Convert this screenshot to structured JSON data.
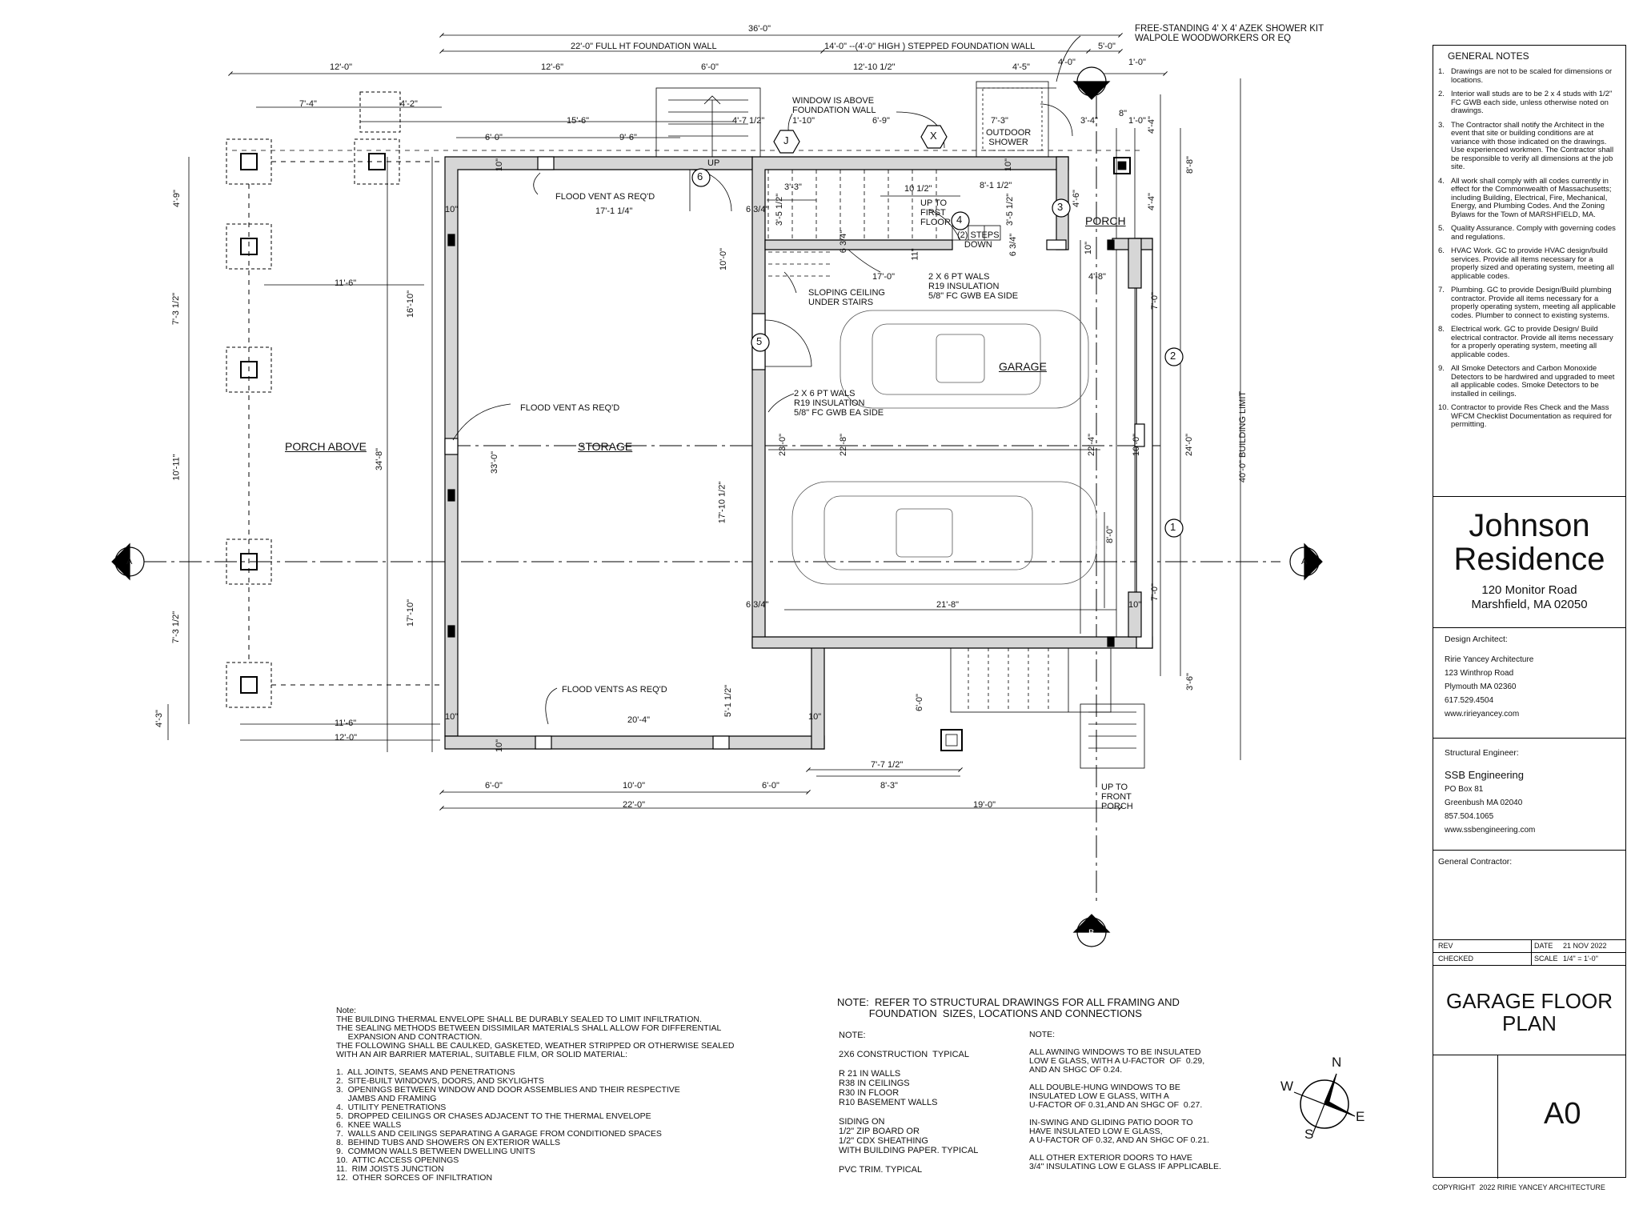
{
  "dimensions": {
    "top_overall": "36'-0\"",
    "top_full_ht_wall": "22'-0\" FULL HT FOUNDATION WALL",
    "top_stepped_wall": "14'-0\" --(4'-0\" HIGH ) STEPPED FOUNDATION WALL",
    "top_5_0": "5'-0\"",
    "top_12_0": "12'-0\"",
    "top_12_6": "12'-6\"",
    "top_6_0": "6'-0\"",
    "top_12_10": "12'-10 1/2\"",
    "top_4_5": "4'-5\"",
    "top_4_0": "4'-0\"",
    "top_1_0": "1'-0\"",
    "top_7_4": "7'-4\"",
    "top_4_2": "4'-2\"",
    "top_15_6": "15'-6\"",
    "top_6_0b": "6'-0\"",
    "top_9_6": "9'-6\"",
    "top_4_7": "4'-7 1/2\"",
    "top_1_10": "1'-10\"",
    "top_6_9": "6'-9\"",
    "top_7_3": "7'-3\"",
    "top_3_4": "3'-4\"",
    "top_8": "8\"",
    "top_1_0b": "1'-0\"",
    "left_4_9": "4'-9\"",
    "left_7_3a": "7'-3 1/2\"",
    "left_10_11": "10'-11\"",
    "left_7_3b": "7'-3 1/2\"",
    "left_4_3": "4'-3\"",
    "left_11_6a": "11'-6\"",
    "left_16_10": "16'-10\"",
    "left_34_8": "34'-8\"",
    "left_33_0": "33'-0\"",
    "left_17_10": "17'-10\"",
    "left_11_6b": "11'-6\"",
    "left_12_0": "12'-0\"",
    "storage_17_1": "17'-1 1/4\"",
    "storage_10_0": "10'-0\"",
    "storage_17_10": "17'-10 1/2\"",
    "storage_20_4": "20'-4\"",
    "storage_5_1": "5'-1 1/2\"",
    "garage_17_0": "17'-0\"",
    "garage_23_0": "23'-0\"",
    "garage_22_8": "22'-8\"",
    "garage_22_4": "22'-4\"",
    "garage_21_8": "21'-8\"",
    "garage_10_0": "10'-0\"",
    "garage_8_0": "8'-0\"",
    "garage_4_8": "4'-8\"",
    "right_8_8": "8'-8\"",
    "right_4_4a": "4'-4\"",
    "right_4_4b": "4'-4\"",
    "right_7_0a": "7'-0\"",
    "right_24_0": "24'-0\"",
    "right_7_0b": "7'-0\"",
    "right_3_6": "3'-6\"",
    "right_40_0": "40'-0\" BUILDING LIMIT",
    "stair_3_3": "3'-3\"",
    "stair_10_12": "10 1/2\"",
    "stair_8_1": "8'-1 1/2\"",
    "stair_3_5a": "3'-5 1/2\"",
    "stair_3_5b": "3'-5 1/2\"",
    "stair_4_6": "4'-6\"",
    "stair_6_34a": "6 3/4\"",
    "stair_6_34b": "6 3/4\"",
    "stair_6_34c": "6 3/4\"",
    "stair_6_34d": "6 3/4\"",
    "stair_11": "11\"",
    "ten_a": "10\"",
    "ten_b": "10\"",
    "ten_c": "10\"",
    "ten_d": "10\"",
    "ten_e": "10\"",
    "ten_f": "10\"",
    "ten_g": "10\"",
    "ten_h": "10\"",
    "bottom_6_0a": "6'-0\"",
    "bottom_10_0": "10'-0\"",
    "bottom_6_0b": "6'-0\"",
    "bottom_8_3": "8'-3\"",
    "bottom_7_7": "7'-7 1/2\"",
    "bottom_22_0": "22'-0\"",
    "bottom_19_0": "19'-0\"",
    "bottom_6_0c": "6'-0\""
  },
  "labels": {
    "porch_above": "PORCH ABOVE",
    "storage": "STORAGE",
    "garage": "GARAGE",
    "porch": "PORCH",
    "outdoor_shower": "OUTDOOR\nSHOWER",
    "shower_kit": "FREE-STANDING 4' X 4' AZEK SHOWER KIT\nWALPOLE WOODWORKERS OR EQ",
    "window_above": "WINDOW IS ABOVE\nFOUNDATION WALL",
    "flood_vent_1": "FLOOD VENT AS REQ'D",
    "flood_vent_2": "FLOOD VENT AS REQ'D",
    "flood_vents_3": "FLOOD VENTS AS REQ'D",
    "up": "UP",
    "up_first_floor": "UP TO\nFIRST\nFLOOR",
    "steps_down": "(2) STEPS\nDOWN",
    "wall_spec_1": "2 X 6 PT WALS\nR19 INSULATION\n5/8\" FC GWB EA SIDE",
    "wall_spec_2": "2 X 6 PT WALS\nR19 INSULATION\n5/8\" FC GWB EA SIDE",
    "sloping_ceiling": "SLOPING CEILING\nUNDER STAIRS",
    "up_front_porch": "UP TO\nFRONT\nPORCH",
    "tag_1": "1",
    "tag_2": "2",
    "tag_3": "3",
    "tag_4": "4",
    "tag_5": "5",
    "tag_6": "6",
    "tag_j": "J",
    "tag_x": "X",
    "section_a": "A",
    "section_b": "B"
  },
  "compass": {
    "n": "N",
    "s": "S",
    "e": "E",
    "w": "W"
  },
  "bottom_notes": {
    "envelope": "Note:\nTHE BUILDING THERMAL ENVELOPE SHALL BE DURABLY SEALED TO LIMIT INFILTRATION.\nTHE SEALING METHODS BETWEEN DISSIMILAR MATERIALS SHALL ALLOW FOR DIFFERENTIAL\n     EXPANSION AND CONTRACTION.\nTHE FOLLOWING SHALL BE CAULKED, GASKETED, WEATHER STRIPPED OR OTHERWISE SEALED\nWITH AN AIR BARRIER MATERIAL, SUITABLE FILM, OR SOLID MATERIAL:\n\n1.  ALL JOINTS, SEAMS AND PENETRATIONS\n2.  SITE-BUILT WINDOWS, DOORS, AND SKYLIGHTS\n3.  OPENINGS BETWEEN WINDOW AND DOOR ASSEMBLIES AND THEIR RESPECTIVE\n     JAMBS AND FRAMING\n4.  UTILITY PENETRATIONS\n5.  DROPPED CEILINGS OR CHASES ADJACENT TO THE THERMAL ENVELOPE\n6.  KNEE WALLS\n7.  WALLS AND CEILINGS SEPARATING A GARAGE FROM CONDITIONED SPACES\n8.  BEHIND TUBS AND SHOWERS ON EXTERIOR WALLS\n9.  COMMON WALLS BETWEEN DWELLING UNITS\n10.  ATTIC ACCESS OPENINGS\n11.  RIM JOISTS JUNCTION\n12.  OTHER SORCES OF INFILTRATION",
    "structural": "NOTE:  REFER TO STRUCTURAL DRAWINGS FOR ALL FRAMING AND\n           FOUNDATION  SIZES, LOCATIONS AND CONNECTIONS",
    "note_left": "NOTE:\n\n2X6 CONSTRUCTION  TYPICAL\n\nR 21 IN WALLS\nR38 IN CEILINGS\nR30 IN FLOOR\nR10 BASEMENT WALLS\n\nSIDING ON\n1/2\" ZIP BOARD OR\n1/2\" CDX SHEATHING\nWITH BUILDING PAPER. TYPICAL\n\nPVC TRIM. TYPICAL",
    "note_right": "NOTE:\n\nALL AWNING WINDOWS TO BE INSULATED\nLOW E GLASS, WITH A U-FACTOR  OF  0.29,\nAND AN SHGC OF 0.24.\n\nALL DOUBLE-HUNG WINDOWS TO BE\nINSULATED LOW E GLASS, WITH A\nU-FACTOR OF 0.31,AND AN SHGC OF  0.27.\n\nIN-SWING AND GLIDING PATIO DOOR TO\nHAVE INSULATED LOW E GLASS,\nA U-FACTOR OF 0.32, AND AN SHGC OF 0.21.\n\nALL OTHER EXTERIOR DOORS TO HAVE\n3/4\" INSULATING LOW E GLASS IF APPLICABLE."
  },
  "title_block": {
    "general_notes_title": "GENERAL NOTES",
    "general_notes": [
      {
        "num": "1.",
        "text": "Drawings are not to be scaled for dimensions or locations."
      },
      {
        "num": "2.",
        "text": "Interior wall studs are to be 2 x 4 studs with 1/2\" FC GWB each side, unless otherwise noted on drawings."
      },
      {
        "num": "3.",
        "text": "The Contractor shall notify the Architect in the event that site or building conditions are at variance with those indicated on the drawings. Use experienced workmen. The Contractor shall be responsible to verify all dimensions at the job site."
      },
      {
        "num": "4.",
        "text": "All work shall comply with all codes currently in effect for the Commonwealth of Massachusetts; including Building, Electrical, Fire, Mechanical, Energy, and Plumbing Codes.  And the Zoning Bylaws for the Town of MARSHFIELD, MA."
      },
      {
        "num": "5.",
        "text": "Quality Assurance.  Comply with governing codes and regulations."
      },
      {
        "num": "6.",
        "text": "HVAC Work.  GC to provide HVAC design/build services.  Provide all items necessary for a properly sized and operating system, meeting all applicable codes."
      },
      {
        "num": "7.",
        "text": "Plumbing.  GC to provide Design/Build plumbing contractor.  Provide all items necessary for a properly operating system, meeting all applicable codes. Plumber to connect to existing systems."
      },
      {
        "num": "8.",
        "text": "Electrical work.  GC to provide Design/ Build electrical contractor.  Provide all items necessary for a properly operating system, meeting all applicable codes."
      },
      {
        "num": "9.",
        "text": "All Smoke Detectors and Carbon Monoxide Detectors to be hardwired and upgraded to meet all applicable codes. Smoke Detectors to be installed in ceilings."
      },
      {
        "num": "10.",
        "text": "Contractor to provide Res Check and the Mass WFCM Checklist Documentation as required for permitting."
      }
    ],
    "project_name_1": "Johnson",
    "project_name_2": "Residence",
    "address_1": "120 Monitor Road",
    "address_2": "Marshfield, MA 02050",
    "design_architect_label": "Design Architect:",
    "architect_name": "Ririe Yancey Architecture",
    "architect_addr1": "123 Winthrop Road",
    "architect_addr2": "Plymouth MA  02360",
    "architect_phone": "617.529.4504",
    "architect_web": "www.ririeyancey.com",
    "structural_label": "Structural Engineer:",
    "engineer_name": "SSB Engineering",
    "engineer_addr1": "PO Box 81",
    "engineer_addr2": "Greenbush MA 02040",
    "engineer_phone": "857.504.1065",
    "engineer_web": "www.ssbengineering.com",
    "gc_label": "General Contractor:",
    "rev_label": "REV",
    "date_label": "DATE",
    "date_value": "21 NOV 2022",
    "checked_label": "CHECKED",
    "scale_label": "SCALE",
    "scale_value": "1/4\" = 1'-0\"",
    "sheet_title_1": "GARAGE FLOOR",
    "sheet_title_2": "PLAN",
    "sheet_number": "A0",
    "copyright": "COPYRIGHT  2022 RIRIE YANCEY ARCHITECTURE"
  }
}
